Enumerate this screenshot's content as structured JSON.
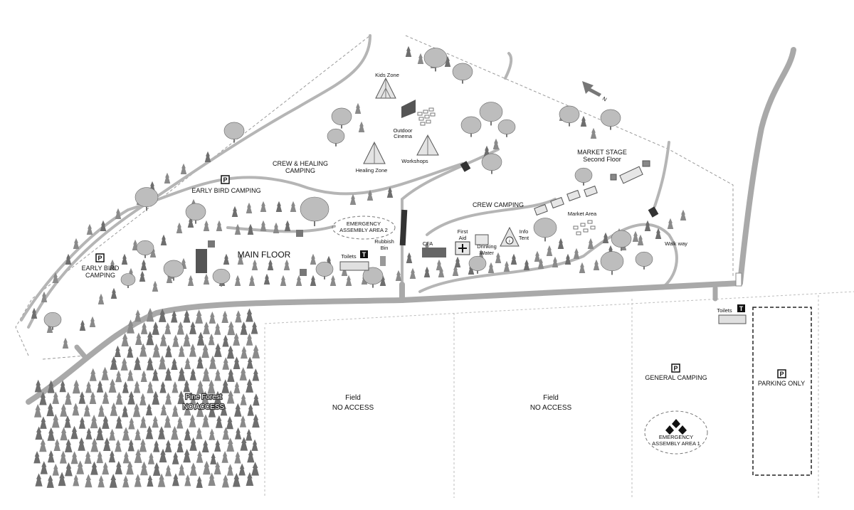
{
  "map": {
    "labels": {
      "kids_zone": "Kids Zone",
      "outdoor_cinema_1": "Outdoor",
      "outdoor_cinema_2": "Cinema",
      "healing_zone": "Healing Zone",
      "workshops": "Workshops",
      "crew_healing_1": "CREW & HEALING",
      "crew_healing_2": "CAMPING",
      "early_bird_camping_top": "EARLY BIRD CAMPING",
      "early_bird_1": "EARLY BIRD",
      "early_bird_2": "CAMPING",
      "main_floor": "MAIN FLOOR",
      "emergency_2_1": "EMERGENCY",
      "emergency_2_2": "ASSEMBLY AREA 2",
      "toilets_main": "Toilets",
      "rubbish_1": "Rubbish",
      "rubbish_2": "Bin",
      "crew_camping": "CREW CAMPING",
      "cfa": "CFA",
      "first_aid_1": "First",
      "first_aid_2": "Aid",
      "drinking_1": "Drinking",
      "drinking_2": "Water",
      "info_1": "Info",
      "info_2": "Tent",
      "market_stage_1": "MARKET STAGE",
      "market_stage_2": "Second Floor",
      "market_area": "Market Area",
      "walk_way": "Walk way",
      "toilets_right": "Toilets",
      "pine_forest_1": "Pine Forest",
      "pine_forest_2": "NO ACCESS",
      "field1_1": "Field",
      "field1_2": "NO ACCESS",
      "field2_1": "Field",
      "field2_2": "NO ACCESS",
      "general_camping": "GENERAL CAMPING",
      "parking_only": "PARKING ONLY",
      "emergency_1_1": "EMERGENCY",
      "emergency_1_2": "ASSEMBLY AREA 1"
    },
    "badges": {
      "parking": "P",
      "toilet": "T",
      "north": "N",
      "info": "i"
    },
    "colors": {
      "road": "#a9a9a9",
      "tree_dark": "#6e6e6e",
      "tree_mid": "#8a8a8a",
      "tree_light": "#bdbdbd",
      "boundary": "#9a9a9a"
    }
  }
}
